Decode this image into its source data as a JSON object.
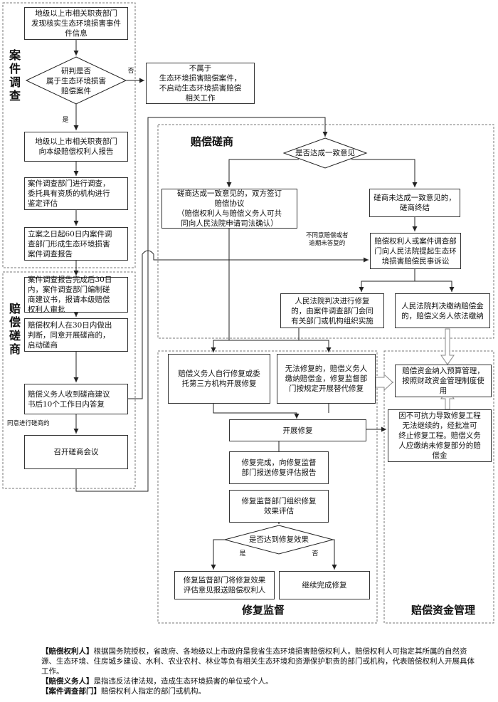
{
  "sections": {
    "case_investigation": "案\n件\n调\n查",
    "negotiation_left": "赔\n偿\n磋\n商",
    "negotiation": "赔偿磋商",
    "restoration_supervision": "修复监督",
    "fund_management": "赔偿资金管理"
  },
  "left_column": {
    "discover": "地级以上市相关职责部门\n发现核实生态环境损害事件\n件信息",
    "decision": "研判是否\n属于生态环境损害\n赔偿案件",
    "no_label": "否",
    "yes_label": "是",
    "not_case": "不属于\n生态环境损害赔偿案件，\n不启动生态环境损害赔偿\n相关工作",
    "report": "地级以上市相关职责部门\n向本级赔偿权利人报告",
    "investigate": "案件调查部门进行调查，\n委托具有资质的机构进行\n鉴定评估",
    "case_report": "立案之日起60日内案件调\n查部门形成生态环境损害\n案件调查报告",
    "draft_suggestion": "案件调查报告完成后30日\n内，案件调查部门编制磋\n商建议书，报请本级赔偿\n权利人审批",
    "approve": "赔偿权利人在30日内做出\n判断，同意开展磋商的，\n启动磋商",
    "reply": "赔偿义务人收到磋商建议\n书后10个工作日内答复",
    "agree_label": "同意进行磋商的",
    "meeting": "召开磋商会议"
  },
  "negotiation": {
    "consensus": "是否达成一致意见",
    "agreement": "磋商达成一致意见的，双方签订\n赔偿协议\n（赔偿权利人与赔偿义务人可共\n同向人民法院申请司法确认）",
    "terminate": "磋商未达成一致意见的，\n磋商终结",
    "disagree_label": "不同意赔偿或者\n逾期未答复的",
    "lawsuit": "赔偿权利人或案件调查部\n门向人民法院提起生态环\n境损害赔偿民事诉讼",
    "court_repair": "人民法院判决进行修复\n的，由案件调查部门会同\n有关部门或机构组织实施",
    "court_pay": "人民法院判决缴纳赔偿金\n的，赔偿义务人依法缴纳"
  },
  "restoration": {
    "self_repair": "赔偿义务人自行修复或委\n托第三方机构开展修复",
    "alt_repair": "无法修复的，赔偿义务人\n缴纳赔偿金，修复监督部\n门按规定开展替代修复",
    "start": "开展修复",
    "complete": "修复完成，向修复监督\n部门报送修复评估报告",
    "evaluate": "修复监督部门组织修复\n效果评估",
    "effect_check": "是否达到修复效果",
    "yes_label": "是",
    "no_label": "否",
    "send_opinion": "修复监督部门将修复效果\n评估意见报送赔偿权利人",
    "continue": "继续完成修复"
  },
  "funds": {
    "budget": "赔偿资金纳入预算管理，\n按照财政资金管理制度使\n用",
    "force_majeure": "因不可抗力导致修复工程\n无法继续的，经批准可\n终止修复工程。赔偿义务\n人应缴纳未修复部分的赔\n偿金"
  },
  "legend": [
    {
      "term": "【赔偿权利人】",
      "text": "根据国务院授权，省政府、各地级以上市政府是我省生态环境损害赔偿权利人。赔偿权利人可指定其所属的自然资源、生态环境、住房城乡建设、水利、农业农村、林业等负有相关生态环境和资源保护职责的部门或机构，代表赔偿权利人开展具体工作。"
    },
    {
      "term": "【赔偿义务人】",
      "text": "是指违反法律法规，造成生态环境损害的单位或个人。"
    },
    {
      "term": "【案件调查部门】",
      "text": "赔偿权利人指定的部门或机构。"
    }
  ]
}
